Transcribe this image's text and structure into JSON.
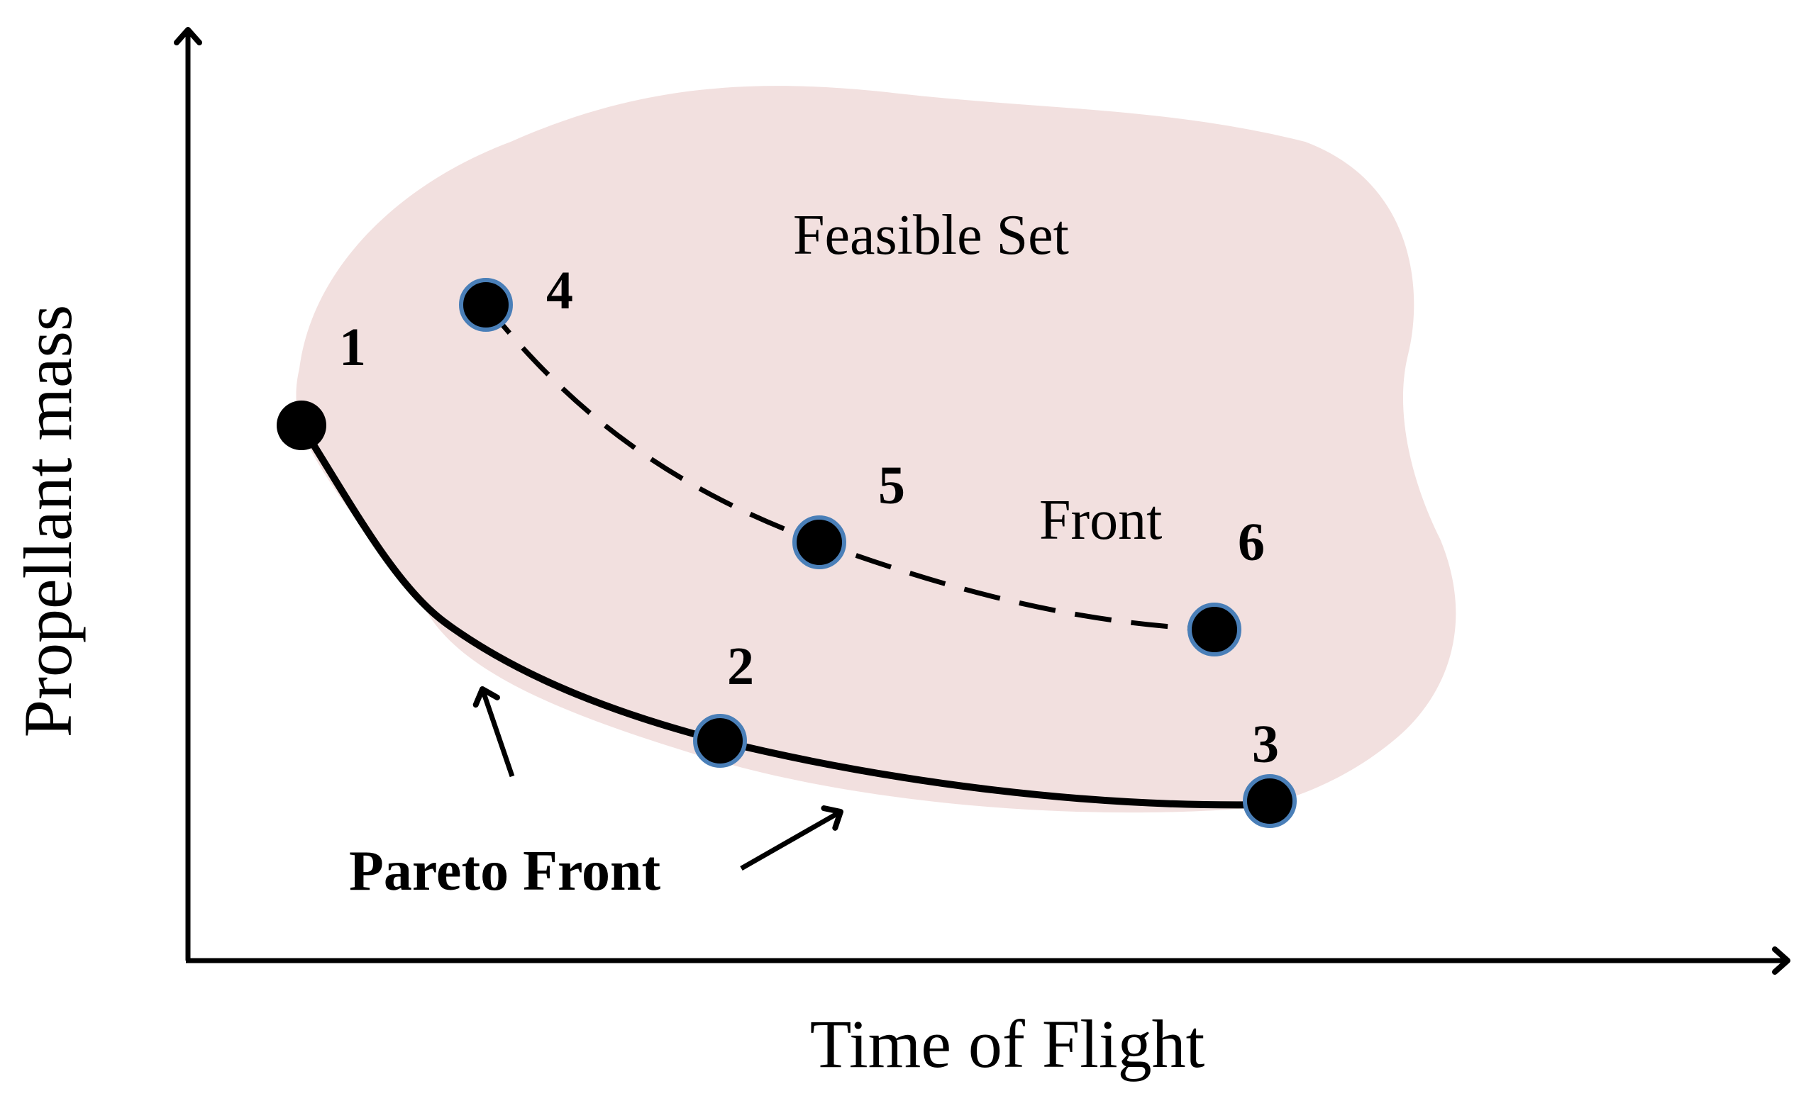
{
  "axes": {
    "x_label": "Time of Flight",
    "y_label": "Propellant mass"
  },
  "region": {
    "label": "Feasible Set"
  },
  "dominated_front": {
    "label": "Front"
  },
  "pareto_front": {
    "label": "Pareto Front"
  },
  "points": [
    {
      "id": "1",
      "on": "pareto-front"
    },
    {
      "id": "2",
      "on": "pareto-front"
    },
    {
      "id": "3",
      "on": "pareto-front"
    },
    {
      "id": "4",
      "on": "dominated-front"
    },
    {
      "id": "5",
      "on": "dominated-front"
    },
    {
      "id": "6",
      "on": "dominated-front"
    }
  ],
  "colors": {
    "feasible_fill": "#F2E0DF",
    "point_fill": "#000000",
    "highlight_ring": "#4A7FB8",
    "axis": "#000000"
  }
}
